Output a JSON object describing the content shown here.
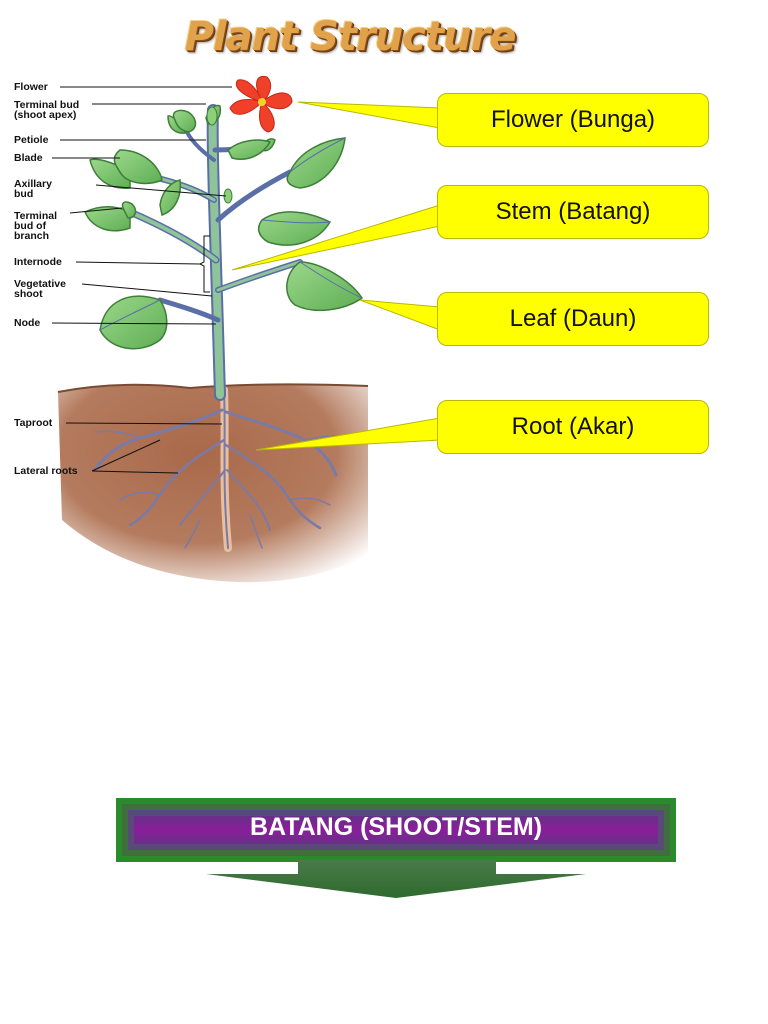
{
  "title": "Plant Structure",
  "part_labels": [
    {
      "id": "flower",
      "text": "Flower"
    },
    {
      "id": "terminal-bud",
      "text": "Terminal bud (shoot apex)"
    },
    {
      "id": "petiole",
      "text": "Petiole"
    },
    {
      "id": "blade",
      "text": "Blade"
    },
    {
      "id": "axillary-bud",
      "text": "Axillary bud"
    },
    {
      "id": "terminal-bud-branch",
      "text": "Terminal bud of branch"
    },
    {
      "id": "internode",
      "text": "Internode"
    },
    {
      "id": "vegetative-shoot",
      "text": "Vegetative shoot"
    },
    {
      "id": "node",
      "text": "Node"
    },
    {
      "id": "taproot",
      "text": "Taproot"
    },
    {
      "id": "lateral-roots",
      "text": "Lateral roots"
    }
  ],
  "callouts": [
    {
      "id": "flower",
      "text": "Flower (Bunga)"
    },
    {
      "id": "stem",
      "text": "Stem (Batang)"
    },
    {
      "id": "leaf",
      "text": "Leaf (Daun)"
    },
    {
      "id": "root",
      "text": "Root (Akar)"
    }
  ],
  "banner": {
    "text": "BATANG (SHOOT/STEM)"
  },
  "colors": {
    "callout_fill": "#ffff00",
    "leaf": "#7cc46a",
    "leaf_vein": "#5a6ea8",
    "stem": "#7fae8a",
    "soil": "#a9694a",
    "flower": "#f0402a",
    "banner_green": "#2e7d2e",
    "banner_purple": "#8a1e9a"
  }
}
